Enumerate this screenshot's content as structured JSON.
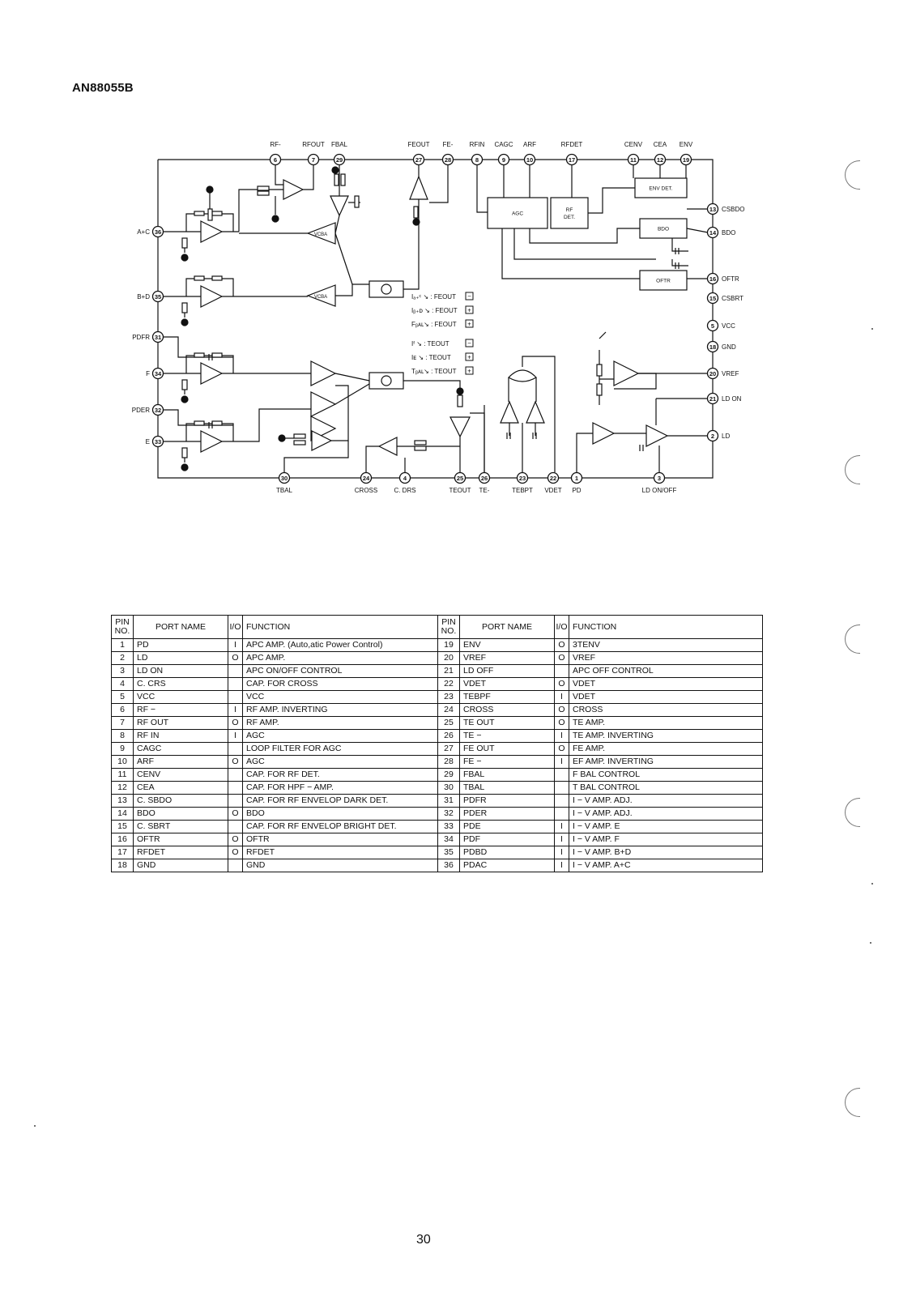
{
  "document": {
    "title": "AN88055B",
    "page_number": "30"
  },
  "diagram": {
    "top_pins": [
      {
        "num": "6",
        "label": "RF-"
      },
      {
        "num": "7",
        "label": "RFOUT"
      },
      {
        "num": "29",
        "label": "FBAL"
      },
      {
        "num": "27",
        "label": "FEOUT"
      },
      {
        "num": "28",
        "label": "FE-"
      },
      {
        "num": "8",
        "label": "RFIN"
      },
      {
        "num": "9",
        "label": "CAGC"
      },
      {
        "num": "10",
        "label": "ARF"
      },
      {
        "num": "17",
        "label": "RFDET"
      },
      {
        "num": "11",
        "label": "CENV"
      },
      {
        "num": "12",
        "label": "CEA"
      },
      {
        "num": "19",
        "label": "ENV"
      }
    ],
    "left_pins": [
      {
        "num": "36",
        "label": "A+C"
      },
      {
        "num": "35",
        "label": "B+D"
      },
      {
        "num": "31",
        "label": "PDFR"
      },
      {
        "num": "34",
        "label": "F"
      },
      {
        "num": "32",
        "label": "PDER"
      },
      {
        "num": "33",
        "label": "E"
      }
    ],
    "right_pins": [
      {
        "num": "13",
        "label": "CSBDO"
      },
      {
        "num": "14",
        "label": "BDO"
      },
      {
        "num": "16",
        "label": "OFTR"
      },
      {
        "num": "15",
        "label": "CSBRT"
      },
      {
        "num": "5",
        "label": "VCC"
      },
      {
        "num": "18",
        "label": "GND"
      },
      {
        "num": "20",
        "label": "VREF"
      },
      {
        "num": "21",
        "label": "LD ON"
      },
      {
        "num": "2",
        "label": "LD"
      }
    ],
    "bottom_pins": [
      {
        "num": "30",
        "label": "TBAL"
      },
      {
        "num": "24",
        "label": "CROSS"
      },
      {
        "num": "4",
        "label": "C. DRS"
      },
      {
        "num": "25",
        "label": "TEOUT"
      },
      {
        "num": "26",
        "label": "TE-"
      },
      {
        "num": "23",
        "label": "TEBPT"
      },
      {
        "num": "22",
        "label": "VDET"
      },
      {
        "num": "1",
        "label": "PD"
      },
      {
        "num": "3",
        "label": "LD ON/OFF"
      }
    ],
    "blocks": {
      "env_det": "ENV DET.",
      "agc": "AGC",
      "rf_det_1": "RF",
      "rf_det_2": "DET.",
      "bdo": "BDO",
      "oftr": "OFTR",
      "vcba_1": "VCBA",
      "vcba_2": "VCBA"
    },
    "notes": [
      "Iₐ₊ᶜ ↘ : FEOUT",
      "Iᵦ₊ᴅ ↘ : FEOUT",
      "Fᵦᴀʟ↘ : FEOUT",
      "Iᶠ ↘ : TEOUT",
      "Iᴇ ↘ : TEOUT",
      "Tᵦᴀʟ↘ : TEOUT"
    ],
    "note_signs": [
      "−",
      "+",
      "+",
      "−",
      "+",
      "+"
    ]
  },
  "pin_table": {
    "headers": {
      "pin_no_1": "PIN",
      "pin_no_2": "NO.",
      "port_name": "PORT NAME",
      "io": "I/O",
      "function": "FUNCTION"
    },
    "rows": [
      {
        "no": "1",
        "port": "PD",
        "io": "I",
        "func": "APC AMP.   (Auto,atic Power Control)",
        "no2": "19",
        "port2": "ENV",
        "io2": "O",
        "func2": "3TENV"
      },
      {
        "no": "2",
        "port": "LD",
        "io": "O",
        "func": "APC AMP.",
        "no2": "20",
        "port2": "VREF",
        "io2": "O",
        "func2": "VREF"
      },
      {
        "no": "3",
        "port": "LD ON",
        "io": "",
        "func": "APC ON/OFF CONTROL",
        "no2": "21",
        "port2": "LD OFF",
        "io2": "",
        "func2": "APC OFF CONTROL"
      },
      {
        "no": "4",
        "port": "C. CRS",
        "io": "",
        "func": "CAP. FOR CROSS",
        "no2": "22",
        "port2": "VDET",
        "io2": "O",
        "func2": "VDET"
      },
      {
        "no": "5",
        "port": "VCC",
        "io": "",
        "func": "VCC",
        "no2": "23",
        "port2": "TEBPF",
        "io2": "I",
        "func2": "VDET"
      },
      {
        "no": "6",
        "port": "RF −",
        "io": "I",
        "func": "RF AMP. INVERTING",
        "no2": "24",
        "port2": "CROSS",
        "io2": "O",
        "func2": "CROSS"
      },
      {
        "no": "7",
        "port": "RF OUT",
        "io": "O",
        "func": "RF AMP.",
        "no2": "25",
        "port2": "TE OUT",
        "io2": "O",
        "func2": "TE AMP."
      },
      {
        "no": "8",
        "port": "RF IN",
        "io": "I",
        "func": "AGC",
        "no2": "26",
        "port2": "TE −",
        "io2": "I",
        "func2": "TE AMP. INVERTING"
      },
      {
        "no": "9",
        "port": "CAGC",
        "io": "",
        "func": "LOOP FILTER FOR AGC",
        "no2": "27",
        "port2": "FE OUT",
        "io2": "O",
        "func2": "FE AMP."
      },
      {
        "no": "10",
        "port": "ARF",
        "io": "O",
        "func": "AGC",
        "no2": "28",
        "port2": "FE −",
        "io2": "I",
        "func2": "EF AMP. INVERTING"
      },
      {
        "no": "11",
        "port": "CENV",
        "io": "",
        "func": "CAP. FOR RF DET.",
        "no2": "29",
        "port2": "FBAL",
        "io2": "",
        "func2": "F BAL CONTROL"
      },
      {
        "no": "12",
        "port": "CEA",
        "io": "",
        "func": "CAP. FOR HPF − AMP.",
        "no2": "30",
        "port2": "TBAL",
        "io2": "",
        "func2": "T BAL CONTROL"
      },
      {
        "no": "13",
        "port": "C. SBDO",
        "io": "",
        "func": "CAP. FOR RF ENVELOP DARK DET.",
        "no2": "31",
        "port2": "PDFR",
        "io2": "",
        "func2": "I − V AMP.  ADJ."
      },
      {
        "no": "14",
        "port": "BDO",
        "io": "O",
        "func": "BDO",
        "no2": "32",
        "port2": "PDER",
        "io2": "",
        "func2": "I − V AMP.  ADJ."
      },
      {
        "no": "15",
        "port": "C. SBRT",
        "io": "",
        "func": "CAP. FOR RF ENVELOP BRIGHT DET.",
        "no2": "33",
        "port2": "PDE",
        "io2": "I",
        "func2": "I − V AMP.  E"
      },
      {
        "no": "16",
        "port": "OFTR",
        "io": "O",
        "func": "OFTR",
        "no2": "34",
        "port2": "PDF",
        "io2": "I",
        "func2": "I − V AMP.  F"
      },
      {
        "no": "17",
        "port": "RFDET",
        "io": "O",
        "func": "RFDET",
        "no2": "35",
        "port2": "PDBD",
        "io2": "I",
        "func2": "I − V AMP.  B+D"
      },
      {
        "no": "18",
        "port": "GND",
        "io": "",
        "func": "GND",
        "no2": "36",
        "port2": "PDAC",
        "io2": "I",
        "func2": "I − V AMP.  A+C"
      }
    ]
  }
}
